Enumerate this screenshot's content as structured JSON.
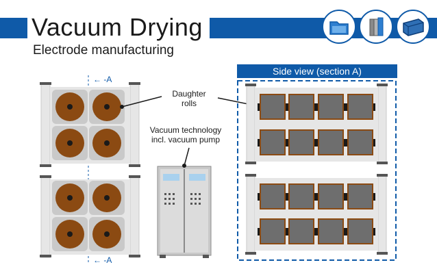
{
  "header": {
    "title": "Vacuum Drying",
    "subtitle": "Electrode manufacturing",
    "icons": [
      "electrode-folder-icon",
      "electrode-stack-icon",
      "battery-module-icon"
    ]
  },
  "side_view": {
    "header": "Side view (section A)"
  },
  "labels": {
    "daughter_line1": "Daughter",
    "daughter_line2": "rolls",
    "vacuum_line1": "Vacuum technology",
    "vacuum_line2": "incl. vacuum pump"
  },
  "section_marks": {
    "top": "← -A",
    "bottom": "← -A"
  },
  "colors": {
    "brand_blue": "#0f5aa8",
    "roll_brown": "#8b4a12",
    "roll_gray": "#6e6e6e",
    "panel_gray": "#c9c9c9",
    "frame_light": "#e6e6e6",
    "screen_blue": "#a9d1ee"
  }
}
